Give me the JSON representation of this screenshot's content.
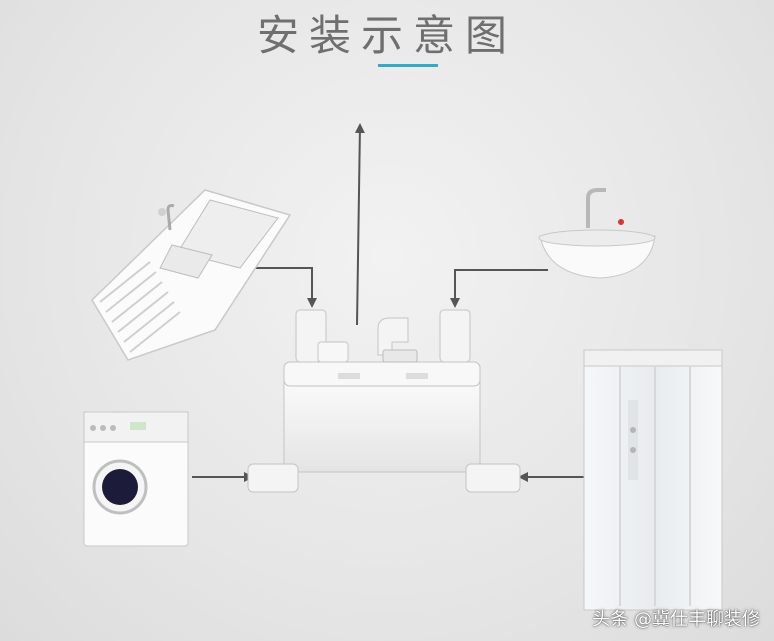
{
  "title": "安装示意图",
  "watermark": "头条 @冀仕丰聊装修",
  "colors": {
    "accent": "#3aa6c4",
    "arrow": "#555555",
    "fixture": "#ffffff"
  },
  "fixtures": [
    {
      "id": "kitchen-sink",
      "icon": "kitchen-sink-icon"
    },
    {
      "id": "washbasin",
      "icon": "washbasin-icon"
    },
    {
      "id": "washing-machine",
      "icon": "washing-machine-icon"
    },
    {
      "id": "shower-cabin",
      "icon": "shower-cabin-icon"
    },
    {
      "id": "macerator-pump",
      "icon": "macerator-pump-icon"
    }
  ]
}
